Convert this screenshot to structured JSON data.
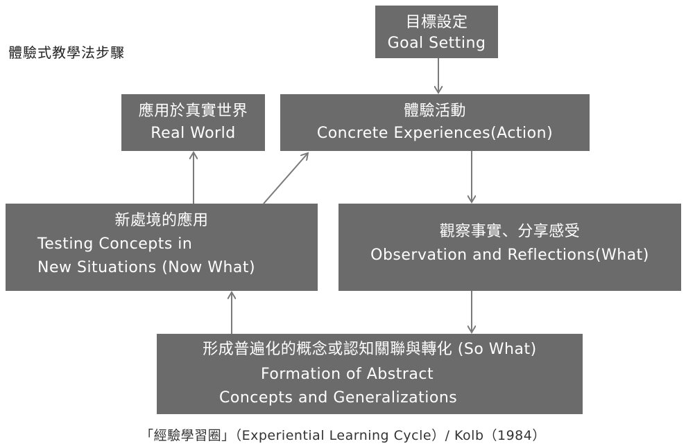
{
  "page_title": "體驗式教學法步驟",
  "boxes": {
    "goal": {
      "zh": "目標設定",
      "en": "Goal Setting"
    },
    "real_world": {
      "zh": "應用於真實世界",
      "en": "Real World"
    },
    "concrete": {
      "zh": "體驗活動",
      "en": "Concrete Experiences(Action)"
    },
    "testing": {
      "zh": "新處境的應用",
      "en_line1": "Testing Concepts in",
      "en_line2": "New Situations (Now What)"
    },
    "observation": {
      "zh": "觀察事實、分享感受",
      "en": "Observation and Reflections(What)"
    },
    "formation": {
      "zh": "形成普遍化的概念或認知關聯與轉化 (So What)",
      "en_line1": "Formation of Abstract",
      "en_line2": "Concepts and Generalizations"
    }
  },
  "caption": "「經驗學習圈」（Experiential Learning Cycle）/ Kolb（1984）",
  "colors": {
    "box_fill": "#6b6b6b",
    "box_text": "#ffffff",
    "arrow": "#7a7a7a"
  }
}
